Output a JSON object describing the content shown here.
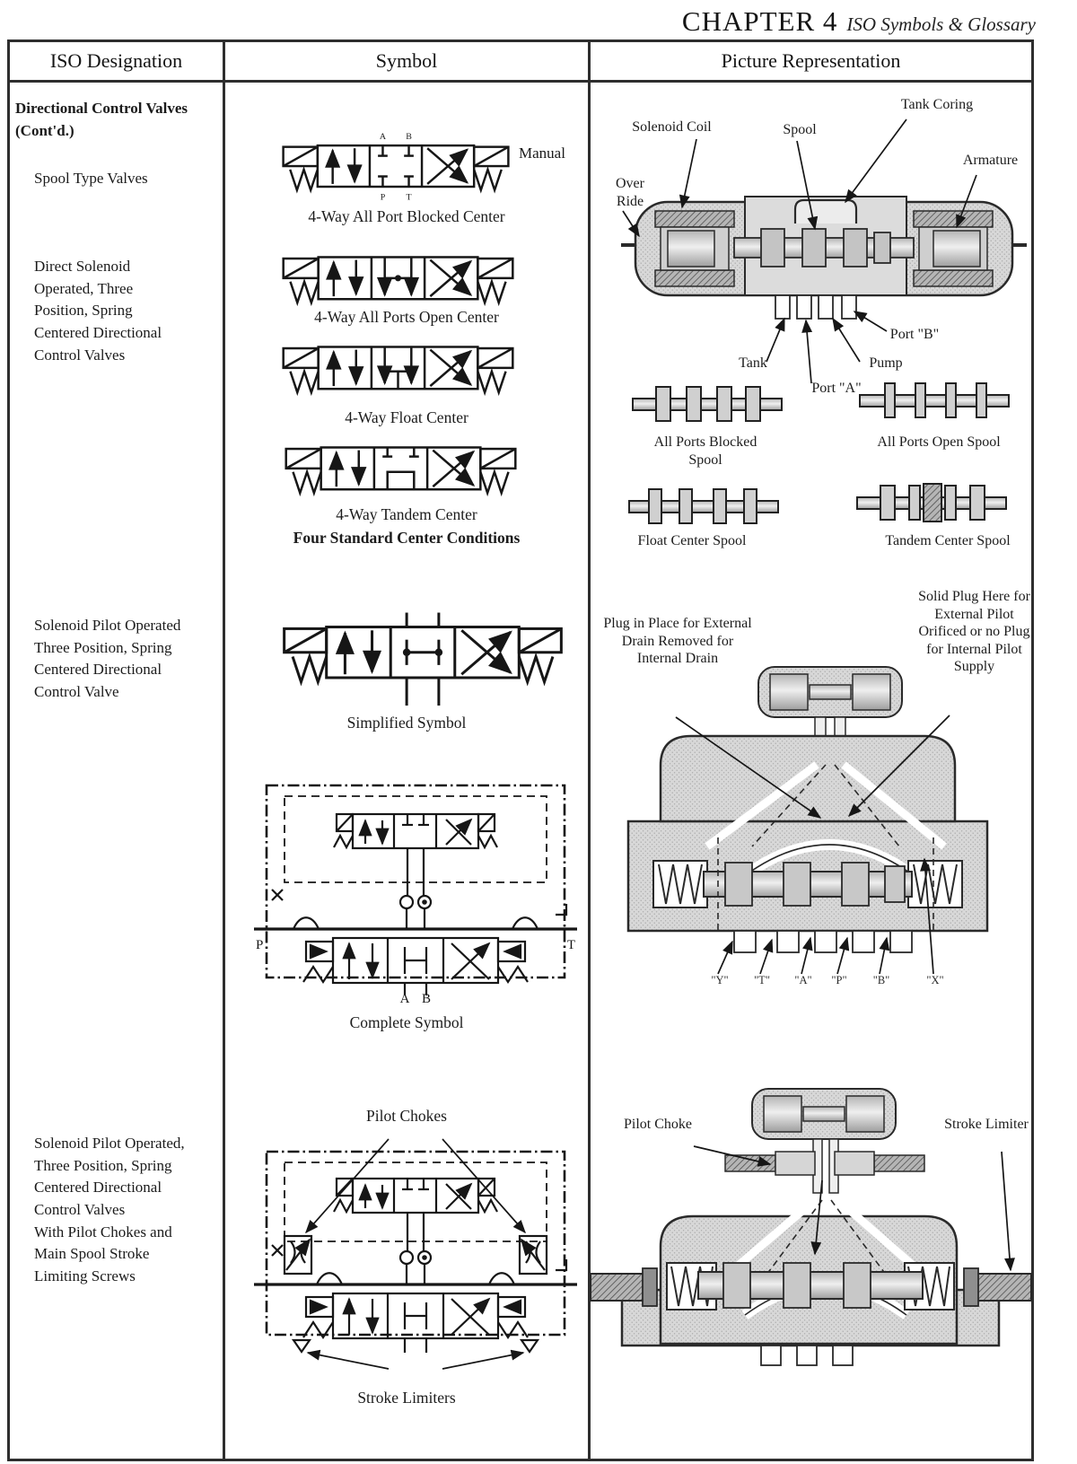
{
  "page": {
    "chapter_title": "CHAPTER 4",
    "chapter_subtitle": "ISO Symbols & Glossary"
  },
  "table_headers": {
    "col1": "ISO Designation",
    "col2": "Symbol",
    "col3": "Picture Representation"
  },
  "designation": {
    "section_title": "Directional Control Valves (Cont'd.)",
    "spool_type": "Spool Type Valves",
    "direct_solenoid": "Direct Solenoid Operated, Three Position, Spring Centered Directional Control Valves",
    "solenoid_pilot": "Solenoid Pilot Operated Three Position, Spring Centered Directional Control Valve",
    "solenoid_pilot_chokes": "Solenoid Pilot Operated, Three Position, Spring Centered Directional Control Valves\nWith Pilot Chokes and Main Spool Stroke Limiting Screws"
  },
  "symbol_col": {
    "manual_label": "Manual",
    "ports": {
      "a": "A",
      "b": "B",
      "p": "P",
      "t": "T"
    },
    "caption_blocked": "4-Way All Port Blocked Center",
    "caption_open": "4-Way All Ports Open Center",
    "caption_float": "4-Way Float Center",
    "caption_tandem": "4-Way Tandem Center",
    "center_conditions_note": "Four Standard Center Conditions",
    "caption_simplified": "Simplified Symbol",
    "caption_complete": "Complete Symbol",
    "pilot_chokes_label": "Pilot Chokes",
    "stroke_limiters_label": "Stroke Limiters"
  },
  "picture_col": {
    "cutaway": {
      "solenoid_coil": "Solenoid Coil",
      "spool": "Spool",
      "tank_coring": "Tank Coring",
      "armature": "Armature",
      "over_ride": "Over Ride",
      "port_b": "Port \"B\"",
      "tank": "Tank",
      "pump": "Pump",
      "port_a": "Port \"A\""
    },
    "spools": {
      "blocked": "All Ports Blocked Spool",
      "open": "All Ports Open Spool",
      "float": "Float Center Spool",
      "tandem": "Tandem Center Spool"
    },
    "pilot": {
      "left_note": "Plug in Place for External Drain Removed for Internal Drain",
      "right_note": "Solid Plug Here for External Pilot Orificed or no Plug for Internal Pilot Supply",
      "ports": [
        "\"Y\"",
        "\"T\"",
        "\"A\"",
        "\"P\"",
        "\"B\"",
        "\"X\""
      ]
    },
    "chokes_picture": {
      "pilot_choke": "Pilot Choke",
      "stroke_limiter": "Stroke Limiter"
    }
  }
}
